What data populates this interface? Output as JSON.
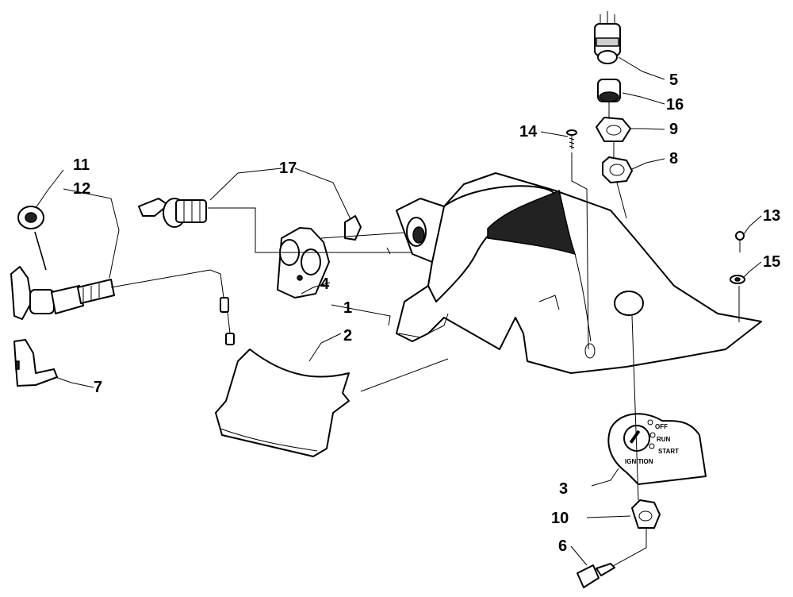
{
  "callouts": {
    "c1": "1",
    "c2": "2",
    "c3": "3",
    "c4": "4",
    "c5": "5",
    "c6": "6",
    "c7": "7",
    "c8": "8",
    "c9": "9",
    "c10": "10",
    "c11": "11",
    "c12": "12",
    "c13": "13",
    "c14": "14",
    "c15": "15",
    "c16": "16",
    "c17": "17"
  },
  "ignition_plate": {
    "off": "OFF",
    "run": "RUN",
    "start": "START",
    "ignition": "IGNITION"
  },
  "colors": {
    "line": "#000000",
    "background": "#ffffff"
  }
}
